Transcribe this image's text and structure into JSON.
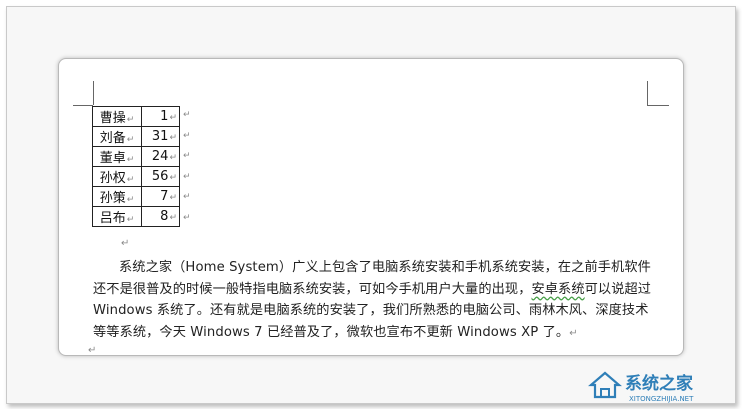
{
  "table": {
    "rows": [
      {
        "name": "曹操",
        "value": "1"
      },
      {
        "name": "刘备",
        "value": "31"
      },
      {
        "name": "董卓",
        "value": "24"
      },
      {
        "name": "孙权",
        "value": "56"
      },
      {
        "name": "孙策",
        "value": "7"
      },
      {
        "name": "吕布",
        "value": "8"
      }
    ]
  },
  "marks": {
    "cell_end": "↵",
    "paragraph": "↵"
  },
  "body": {
    "before_highlight": "系统之家（Home System）广义上包含了电脑系统安装和手机系统安装，在之前手机软件还不是很普及的时候一般特指电脑系统安装，可如今手机用户大量的出现，",
    "highlight": "安卓系统",
    "after_highlight": "可以说超过 Windows 系统了。还有就是电脑系统的安装了，我们所熟悉的电脑公司、雨林木风、深度技术等等系统，今天 Windows 7 已经普及了，微软也宣布不更新 Windows XP 了。"
  },
  "watermark": {
    "logo_text": "系统之家",
    "logo_sub": "XITONGZHIJIA.NET",
    "logo_color": "#2f7fb8"
  }
}
